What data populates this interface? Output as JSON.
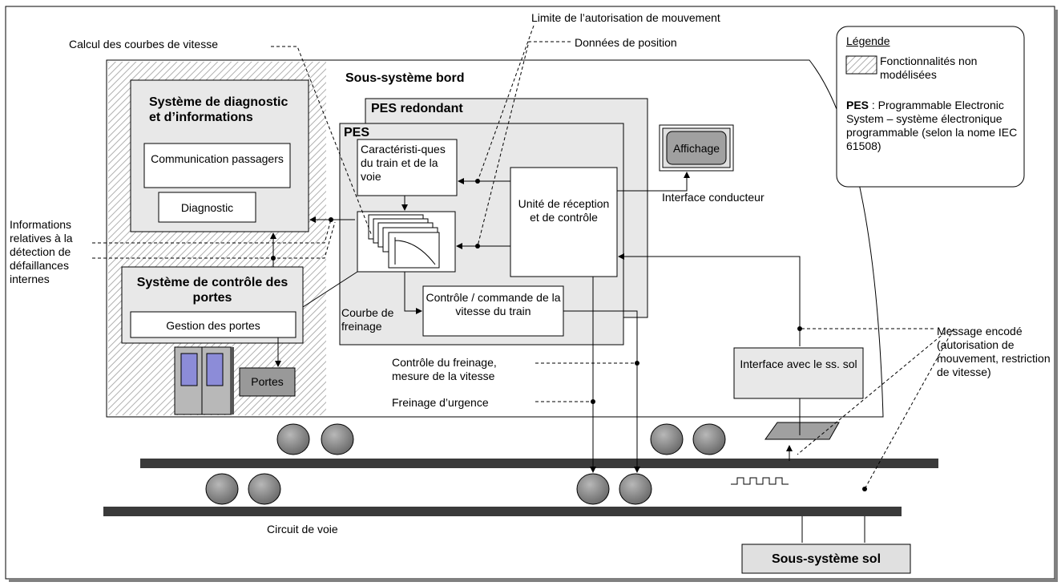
{
  "figure": {
    "labels": {
      "calcul_courbes": "Calcul des courbes de vitesse",
      "limite_autorisation": "Limite de l’autorisation de mouvement",
      "donnees_position": "Données de position",
      "sous_systeme_bord": "Sous-système bord",
      "pes_redondant": "PES redondant",
      "pes": "PES",
      "caracteristiques": "Caractéristi-ques du train et de la voie",
      "unite_reception": "Unité de réception et de contrôle",
      "affichage": "Affichage",
      "interface_conducteur": "Interface conducteur",
      "systeme_diagnostic": "Système de diagnostic et d’informations",
      "communication_passagers": "Communication passagers",
      "diagnostic": "Diagnostic",
      "informations_relatives": "Informations relatives à la détection de défaillances internes",
      "systeme_portes": "Système de contrôle des portes",
      "gestion_portes": "Gestion des portes",
      "portes": "Portes",
      "courbe_freinage": "Courbe de freinage",
      "controle_commande": "Contrôle / commande de la vitesse du train",
      "controle_freinage": "Contrôle du freinage, mesure de la vitesse",
      "freinage_urgence": "Freinage d’urgence",
      "interface_sol": "Interface avec le ss. sol",
      "message_encode": "Message encodé (autorisation de mouvement, restriction de vitesse)",
      "circuit_voie": "Circuit de voie",
      "sous_systeme_sol": "Sous-système sol"
    },
    "legend": {
      "title": "Légende",
      "hatch_label": "Fonctionnalités non modélisées",
      "pes_abbr": "PES",
      "pes_definition": ": Programmable Electronic System – système électronique programmable (selon la nome IEC 61508)"
    }
  }
}
